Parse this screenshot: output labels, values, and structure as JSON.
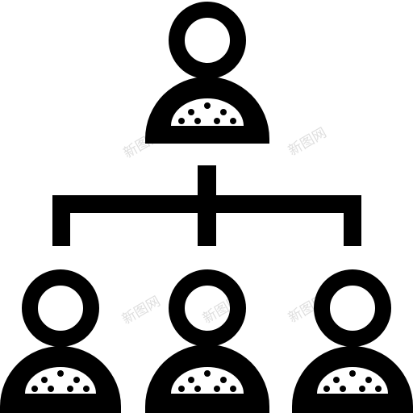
{
  "icon": {
    "name": "org-chart-icon",
    "colors": {
      "foreground": "#000000",
      "background": "#ffffff",
      "watermark": "#d9d9d9"
    },
    "top_person": {
      "name": "manager-person-icon"
    },
    "connector": {
      "name": "hierarchy-connector"
    },
    "bottom_people": [
      {
        "name": "team-member-left-icon"
      },
      {
        "name": "team-member-center-icon"
      },
      {
        "name": "team-member-right-icon"
      }
    ]
  },
  "watermarks": [
    "新图网",
    "新图网",
    "新图网",
    "新图网",
    "新图网"
  ]
}
